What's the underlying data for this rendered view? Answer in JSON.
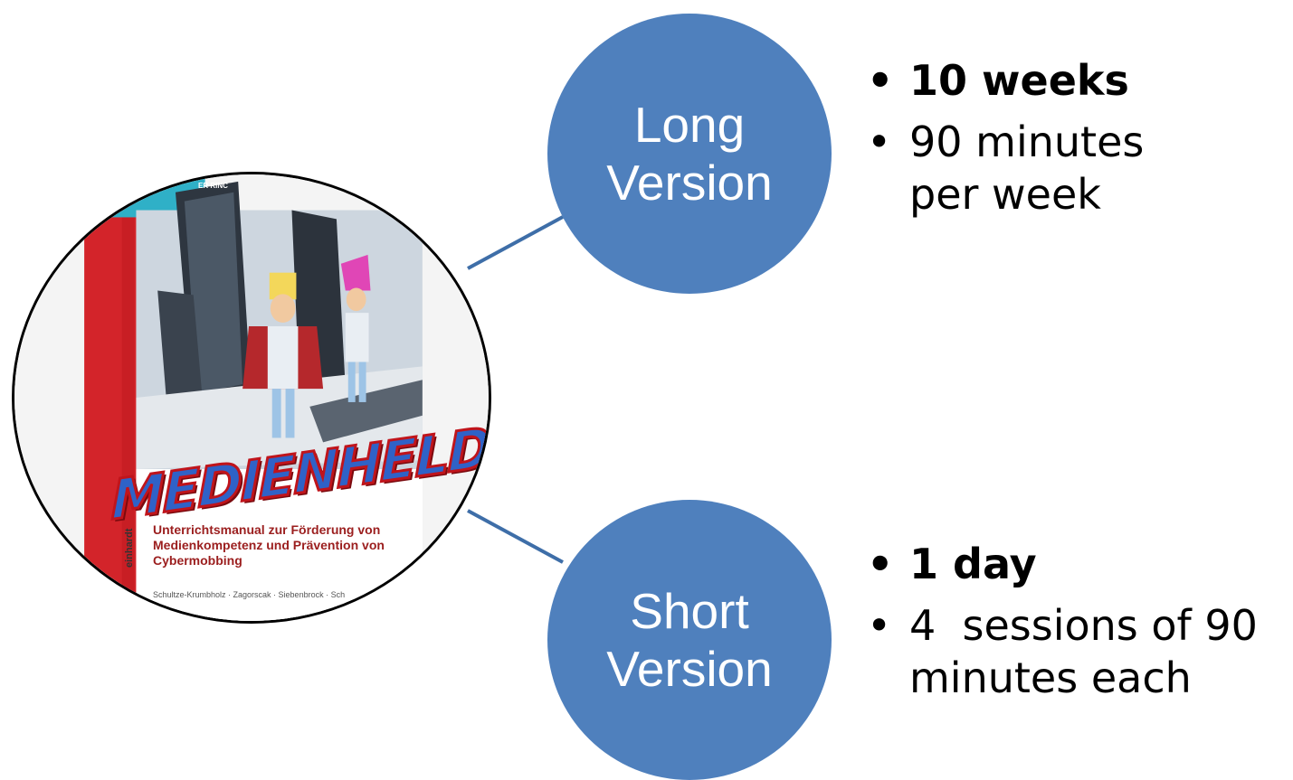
{
  "cover": {
    "title": "MEDIENHELDEN",
    "subtitle": "Unterrichtsmanual zur Förderung von Medienkompetenz und Prävention von Cybermobbing",
    "authors": "Schultze-Krumbholz · Zagorscak · Siebenbrock · Sch",
    "publisher_spine": "einhardt",
    "top_banner": "ER RINC"
  },
  "long_version": {
    "label_line1": "Long",
    "label_line2": "Version",
    "bullets": [
      {
        "lines": [
          "10 weeks"
        ],
        "bold": true
      },
      {
        "lines": [
          "90 minutes",
          "per week"
        ],
        "bold": false
      }
    ]
  },
  "short_version": {
    "label_line1": "Short",
    "label_line2": "Version",
    "bullets": [
      {
        "lines": [
          "1 day"
        ],
        "bold": true
      },
      {
        "lines": [
          "4  sessions of 90",
          "minutes each"
        ],
        "bold": false
      }
    ]
  },
  "colors": {
    "circle_fill": "#4f80bd",
    "connector": "#3e6ea8"
  }
}
